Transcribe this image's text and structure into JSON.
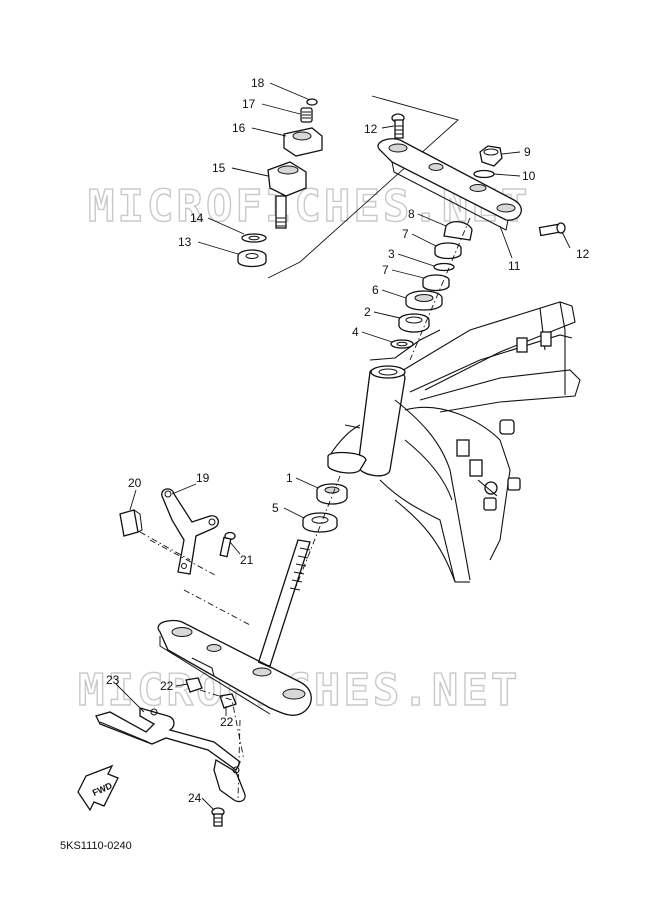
{
  "watermarks": [
    "MICROFICHES.NET",
    "MICROFICHES.NET"
  ],
  "callouts": {
    "c18": "18",
    "c17": "17",
    "c16": "16",
    "c15": "15",
    "c14": "14",
    "c13": "13",
    "c12a": "12",
    "c12b": "12",
    "c9": "9",
    "c10": "10",
    "c11": "11",
    "c8": "8",
    "c7a": "7",
    "c3": "3",
    "c7b": "7",
    "c6": "6",
    "c2": "2",
    "c4": "4",
    "c1": "1",
    "c5": "5",
    "c20": "20",
    "c19": "19",
    "c21": "21",
    "c23": "23",
    "c22a": "22",
    "c22b": "22",
    "c24": "24"
  },
  "fwd_label": "FWD",
  "diagram_code": "5KS1110-0240"
}
